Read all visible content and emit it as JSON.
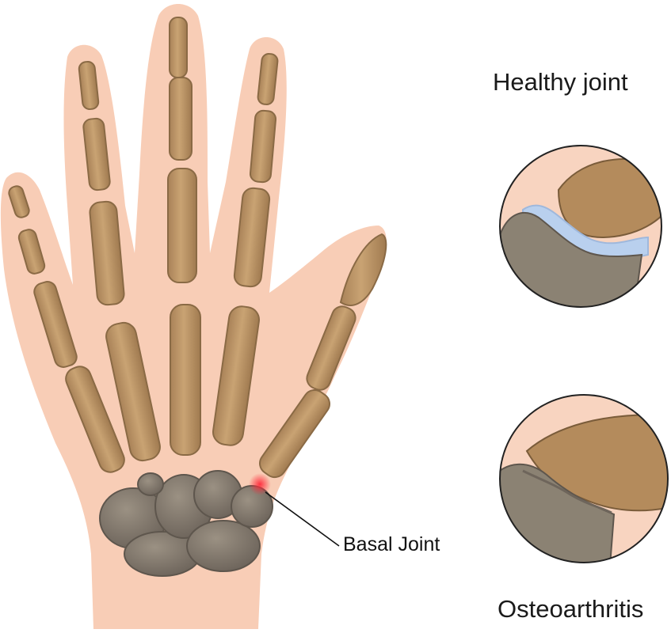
{
  "labels": {
    "healthy_joint": "Healthy joint",
    "osteoarthritis": "Osteoarthritis",
    "basal_joint": "Basal Joint"
  },
  "colors": {
    "skin": "#f8cdb6",
    "bone": "#c09a6b",
    "bone_dark": "#9a7650",
    "bone_outline": "#8a6a45",
    "carpal": "#8d8274",
    "carpal_dark": "#6e655b",
    "cartilage": "#b9d0ee",
    "inflammation": "#e0182b",
    "circle_outline": "#222222"
  },
  "icons": {
    "hand": "hand-skeleton-illustration",
    "healthy": "healthy-joint-magnifier",
    "arthritic": "osteoarthritis-joint-magnifier"
  }
}
